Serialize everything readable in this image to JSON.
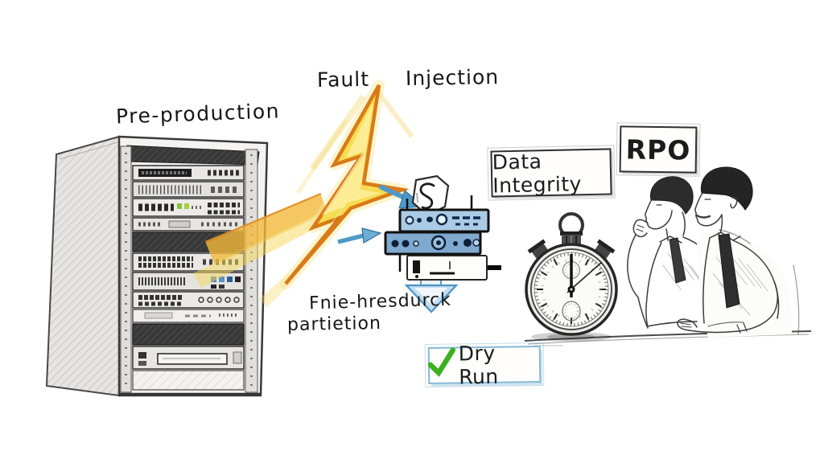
{
  "illustration": {
    "title_theme": "Fault injection dry-run sketch",
    "labels": {
      "pre_production": "Pre-production",
      "fault_injection": "Fault Injection",
      "partition_line1": "Fnie-hresdurck",
      "partition_line2": "partietion",
      "data_integrity": "Data Integrity",
      "rpo": "RPO",
      "dry_run": "Dry Run"
    },
    "icons": {
      "lightning_bolt": "⚡",
      "checkmark": "✓",
      "stopwatch": "⏱",
      "shield_s": "S",
      "down_arrow": "↓"
    },
    "colors": {
      "background": "#ffffff",
      "bolt_fill": "#f7dc52",
      "bolt_stroke": "#d97a18",
      "arrow_blue": "#4f98c8",
      "device_blue_light": "#abcbe4",
      "device_blue": "#7fa9cf",
      "check_green": "#3cb01e",
      "dry_run_border": "#85b9d6",
      "pencil_gray": "#3c3c3c"
    }
  }
}
